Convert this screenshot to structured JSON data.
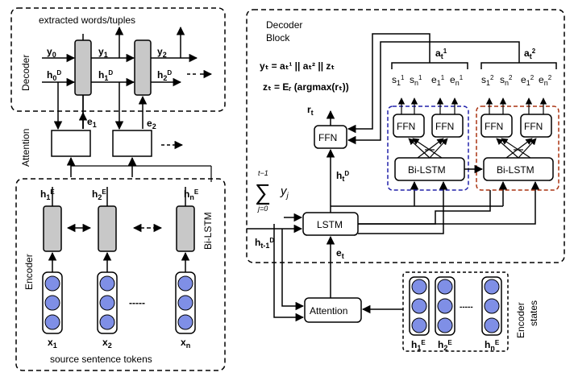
{
  "left": {
    "extracted_label": "extracted words/tuples",
    "decoder_label": "Decoder",
    "y0": "y",
    "y0_sub": "0",
    "y1": "y",
    "y1_sub": "1",
    "y2": "y",
    "y2_sub": "2",
    "h0": "h",
    "h0_sub": "0",
    "h0_sup": "D",
    "h1": "h",
    "h1_sub": "1",
    "h1_sup": "D",
    "h2": "h",
    "h2_sub": "2",
    "h2_sup": "D",
    "e1": "e",
    "e1_sub": "1",
    "e2": "e",
    "e2_sub": "2",
    "attention_label": "Attention",
    "encoder_label": "Encoder",
    "bilstm_label": "Bi-LSTM",
    "hE1": "h",
    "hE1_sub": "1",
    "hE1_sup": "E",
    "hE2": "h",
    "hE2_sub": "2",
    "hE2_sup": "E",
    "hEn": "h",
    "hEn_sub": "n",
    "hEn_sup": "E",
    "x1": "x",
    "x1_sub": "1",
    "x2": "x",
    "x2_sub": "2",
    "xn": "x",
    "xn_sub": "n",
    "source_label": "source sentence tokens",
    "dashes": "-----"
  },
  "right": {
    "block_title_1": "Decoder",
    "block_title_2": "Block",
    "eq1": "yₜ = aₜ¹ || aₜ² || zₜ",
    "eq2": "zₜ = Eᵣ (argmax(rₜ))",
    "rt": "r",
    "rt_sub": "t",
    "ffn": "FFN",
    "ht_label": "h",
    "ht_sub": "t",
    "ht_sup": "D",
    "sum_upper": "t−1",
    "sum_lower": "j=0",
    "sum_symbol": "∑",
    "sum_y": "y",
    "sum_y_sub": "j",
    "lstm": "LSTM",
    "htm1": "h",
    "htm1_sub": "t-1",
    "htm1_sup": "D",
    "et": "e",
    "et_sub": "t",
    "attention": "Attention",
    "bilstm1": "Bi-LSTM",
    "bilstm2": "Bi-LSTM",
    "at1": "a",
    "at1_sub": "t",
    "at1_sup": "1",
    "at2": "a",
    "at2_sub": "t",
    "at2_sup": "2",
    "s1_1": "s",
    "s1_1_sub": "1",
    "s1_1_sup": "1",
    "sn_1": "s",
    "sn_1_sub": "n",
    "sn_1_sup": "1",
    "e1_1": "e",
    "e1_1_sub": "1",
    "e1_1_sup": "1",
    "en_1": "e",
    "en_1_sub": "n",
    "en_1_sup": "1",
    "s1_2": "s",
    "s1_2_sub": "1",
    "s1_2_sup": "2",
    "sn_2": "s",
    "sn_2_sub": "n",
    "sn_2_sup": "2",
    "e1_2": "e",
    "e1_2_sub": "1",
    "e1_2_sup": "2",
    "en_2": "e",
    "en_2_sub": "n",
    "en_2_sup": "2",
    "encoder_states_1": "Encoder",
    "encoder_states_2": "states",
    "hE1": "h",
    "hE1_sub": "1",
    "hE1_sup": "E",
    "hE2": "h",
    "hE2_sub": "2",
    "hE2_sup": "E",
    "hEn": "h",
    "hEn_sub": "n",
    "hEn_sup": "E"
  },
  "colors": {
    "gray_box": "#c8c8c8",
    "blue_circle": "#7f8fe6",
    "blue_dash": "#2222aa",
    "red_dash": "#aa3311"
  }
}
